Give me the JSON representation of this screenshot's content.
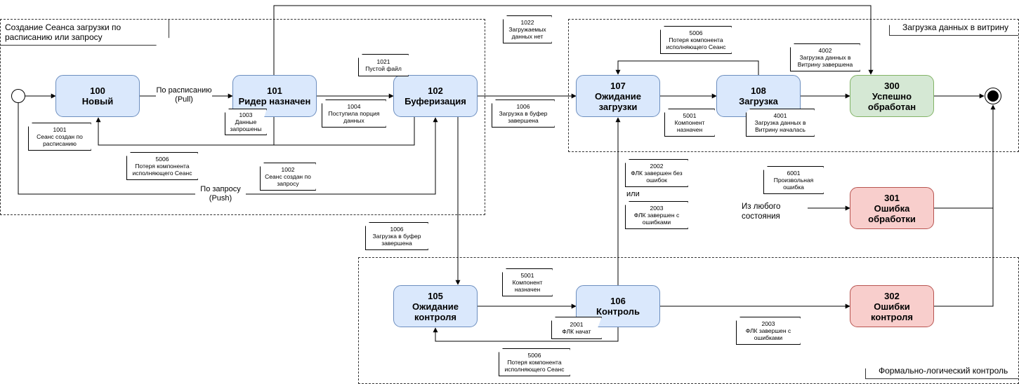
{
  "regions": {
    "creation": "Создание Сеанса загрузки по расписанию или запросу",
    "showcase": "Загрузка данных в витрину",
    "flk": "Формально-логический контроль"
  },
  "states": {
    "s100": {
      "code": "100",
      "name": "Новый"
    },
    "s101": {
      "code": "101",
      "name": "Ридер назначен"
    },
    "s102": {
      "code": "102",
      "name": "Буферизация"
    },
    "s107": {
      "code": "107",
      "name": "Ожидание загрузки"
    },
    "s108": {
      "code": "108",
      "name": "Загрузка"
    },
    "s300": {
      "code": "300",
      "name": "Успешно обработан"
    },
    "s301": {
      "code": "301",
      "name": "Ошибка обработки"
    },
    "s105": {
      "code": "105",
      "name": "Ожидание контроля"
    },
    "s106": {
      "code": "106",
      "name": "Контроль"
    },
    "s302": {
      "code": "302",
      "name": "Ошибки контроля"
    }
  },
  "notes": {
    "n1001": {
      "code": "1001",
      "text": "Сеанс создан по расписанию"
    },
    "n1003": {
      "code": "1003",
      "text": "Данные запрошены"
    },
    "n1004": {
      "code": "1004",
      "text": "Поступила порция данных"
    },
    "n1021": {
      "code": "1021",
      "text": "Пустой файл"
    },
    "n1022": {
      "code": "1022",
      "text": "Загружаемых данных нет"
    },
    "n5006a": {
      "code": "5006",
      "text": "Потеря компонента исполняющего Сеанс"
    },
    "n5006b": {
      "code": "5006",
      "text": "Потеря компонента исполняющего Сеанс"
    },
    "n5006c": {
      "code": "5006",
      "text": "Потеря компонента исполняющего Сеанс"
    },
    "n1002": {
      "code": "1002",
      "text": "Сеанс создан по запросу"
    },
    "n1006a": {
      "code": "1006",
      "text": "Загрузка в буфер завершена"
    },
    "n1006b": {
      "code": "1006",
      "text": "Загрузка в буфер завершена"
    },
    "n4002": {
      "code": "4002",
      "text": "Загрузка данных в Витрину завершена"
    },
    "n5001a": {
      "code": "5001",
      "text": "Компонент назначен"
    },
    "n5001b": {
      "code": "5001",
      "text": "Компонент назначен"
    },
    "n4001": {
      "code": "4001",
      "text": "Загрузка данных в Витрину началась"
    },
    "n2002": {
      "code": "2002",
      "text": "ФЛК завершен без ошибок"
    },
    "n2003a": {
      "code": "2003",
      "text": "ФЛК завершен с ошибками"
    },
    "n2003b": {
      "code": "2003",
      "text": "ФЛК завершен с ошибками"
    },
    "n6001": {
      "code": "6001",
      "text": "Произвольная ошибка"
    },
    "n2001": {
      "code": "2001",
      "text": "ФЛК начат"
    }
  },
  "labels": {
    "pull": "По расписанию (Pull)",
    "push": "По запросу (Push)",
    "or": "или",
    "any_state": "Из любого состояния"
  }
}
